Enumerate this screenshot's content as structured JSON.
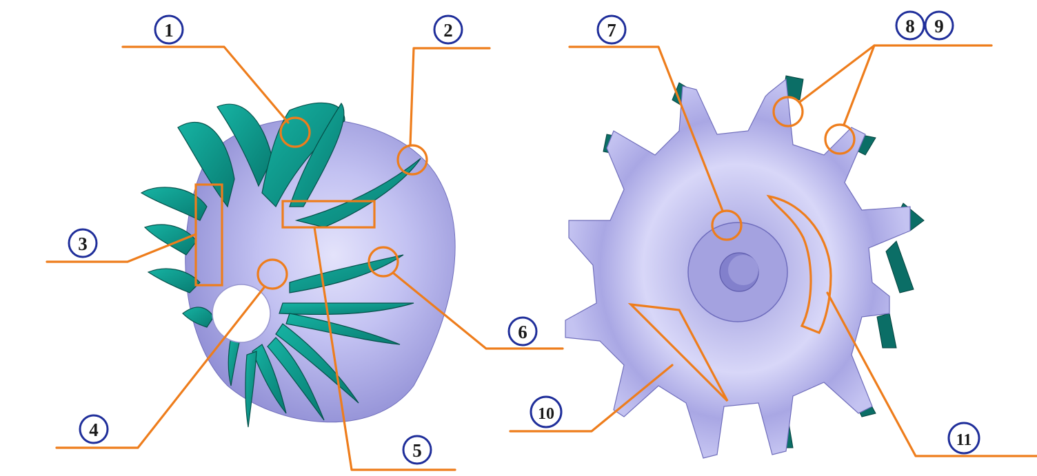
{
  "figure": {
    "colors": {
      "blade": "#0c9d8f",
      "blade_dark": "#075e58",
      "hub": "#b9b8ef",
      "hub_shadow": "#7f7dc8",
      "leader": "#ee7d1c",
      "bubble_border": "#1f2e9a"
    },
    "callouts": [
      {
        "id": "c1",
        "number": "1"
      },
      {
        "id": "c2",
        "number": "2"
      },
      {
        "id": "c3",
        "number": "3"
      },
      {
        "id": "c4",
        "number": "4"
      },
      {
        "id": "c5",
        "number": "5"
      },
      {
        "id": "c6",
        "number": "6"
      },
      {
        "id": "c7",
        "number": "7"
      },
      {
        "id": "c8",
        "number": "8"
      },
      {
        "id": "c9",
        "number": "9"
      },
      {
        "id": "c10",
        "number": "10"
      },
      {
        "id": "c11",
        "number": "11"
      }
    ]
  }
}
